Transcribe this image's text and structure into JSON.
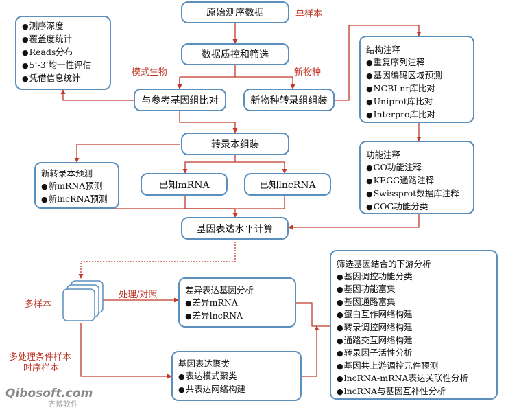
{
  "nodes": {
    "raw_data": "原始测序数据",
    "qc_filter": "数据质控和筛选",
    "align_ref": "与参考基因组比对",
    "denovo_assembly": "新物种转录组组装",
    "transcript_assembly": "转录本组装",
    "known_mrna": "已知mRNA",
    "known_lncrna": "已知lncRNA",
    "expression_calc": "基因表达水平计算"
  },
  "qc_stats": {
    "items": [
      "测序深度",
      "覆盖度统计",
      "Reads分布",
      "5’-3’均一性评估",
      "凭借信息统计"
    ]
  },
  "struct_annot": {
    "title": "结构注释",
    "items": [
      "重复序列注释",
      "基因编码区域预测",
      "NCBI nr库比对",
      "Uniprot库比对",
      "Interpro库比对"
    ]
  },
  "func_annot": {
    "title": "功能注释",
    "items": [
      "GO功能注释",
      "KEGG通路注释",
      "Swissprot数据库注释",
      "COG功能分类"
    ]
  },
  "new_transcript": {
    "title": "新转录本预测",
    "items": [
      "新mRNA预测",
      "新lncRNA预测"
    ]
  },
  "diff_expr": {
    "title": "差异表达基因分析",
    "items": [
      "差异mRNA",
      "差异lncRNA"
    ]
  },
  "clustering": {
    "title": "基因表达聚类",
    "items": [
      "表达模式聚类",
      "共表达网络构建"
    ]
  },
  "downstream": {
    "title": "筛选基因结合的下游分析",
    "items": [
      "基因调控功能分类",
      "基因功能富集",
      "基因通路富集",
      "蛋白互作网络构建",
      "转录调控网络构建",
      "通路交互网络构建",
      "转录因子活性分析",
      "基因共上游调控元件预测",
      "lncRNA-mRNA表达关联性分析",
      "lncRNA与基因互补性分析"
    ]
  },
  "labels": {
    "single_sample": "单样本",
    "model_organism": "模式生物",
    "new_species": "新物种",
    "multi_sample": "多样本",
    "treatment_control": "处理/对照",
    "multi_condition": "多处理条件样本",
    "time_series": "时序样本"
  },
  "logo": {
    "brand": "Qibosoft.com",
    "brand_cn": "齐博软件"
  },
  "colors": {
    "box_border": "#5b8fbd",
    "arrow": "#c0392b",
    "label": "#c0392b"
  }
}
